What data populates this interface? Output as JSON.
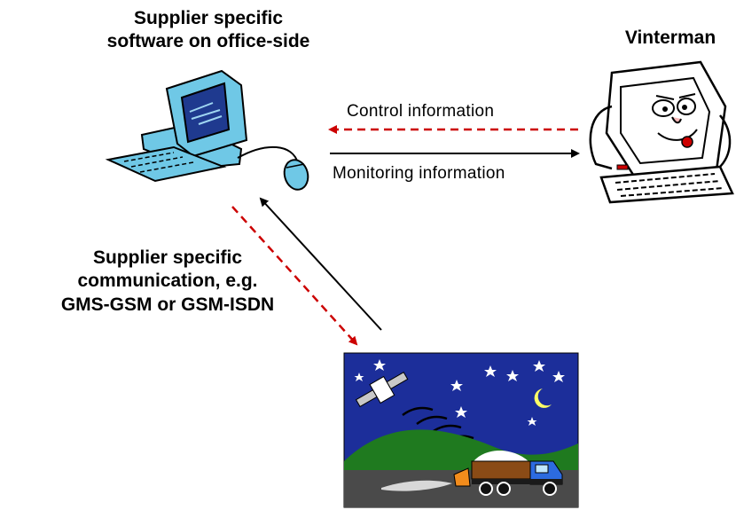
{
  "office": {
    "title_line1": "Supplier specific",
    "title_line2": "software on office-side",
    "icon": "desktop-computer-icon"
  },
  "vinterman": {
    "title": "Vinterman",
    "icon": "cartoon-computer-character-icon"
  },
  "links": {
    "control_label": "Control information",
    "monitoring_label": "Monitoring information",
    "control_color": "#cc0000",
    "monitoring_color": "#000000"
  },
  "communication": {
    "line1": "Supplier specific",
    "line2": "communication, e.g.",
    "line3": "GMS-GSM or GSM-ISDN"
  },
  "field_scene": {
    "icon": "satellite-snowplow-truck-scene"
  }
}
